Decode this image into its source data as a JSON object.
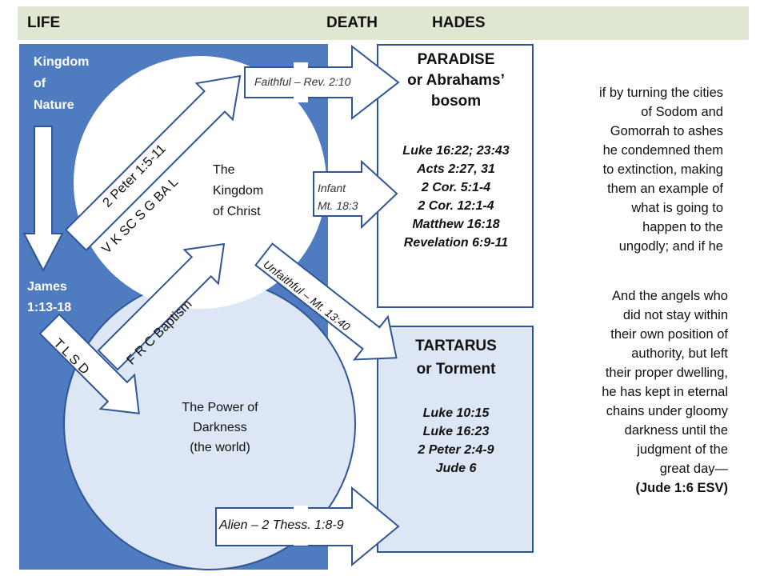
{
  "header": {
    "life": "LIFE",
    "death": "DEATH",
    "hades": "HADES"
  },
  "left_panel": {
    "kingdom_of_nature": [
      "Kingdom",
      "of",
      "Nature"
    ],
    "james": [
      "James",
      "1:13-18"
    ]
  },
  "circles": {
    "christ": [
      "The",
      "Kingdom",
      "of Christ"
    ],
    "darkness": [
      "The Power of",
      "Darkness",
      "(the world)"
    ]
  },
  "diagonal_labels": {
    "peter_ref": "2 Peter 1:5-11",
    "virtues": "V   K  SC  S   G   BA  L",
    "baptism": "F   R   C  Baptism",
    "tlsd": "T    L    S    D",
    "unfaithful": "Unfaithful – Mt. 13:40"
  },
  "arrow_labels": {
    "faithful": "Faithful – Rev. 2:10",
    "infant": [
      "Infant",
      "Mt. 18:3"
    ],
    "alien": "Alien – 2 Thess. 1:8-9"
  },
  "paradise": {
    "title": [
      "PARADISE",
      "or Abrahams’",
      "bosom"
    ],
    "refs": [
      "Luke 16:22; 23:43",
      "Acts 2:27, 31",
      "2 Cor. 5:1-4",
      "2 Cor. 12:1-4",
      "Matthew 16:18",
      "Revelation 6:9-11"
    ]
  },
  "tartarus": {
    "title": [
      "TARTARUS",
      "or Torment"
    ],
    "refs": [
      "Luke 10:15",
      "Luke 16:23",
      "2 Peter 2:4-9",
      "Jude 6"
    ]
  },
  "quotes": {
    "peter": [
      "if by turning the cities",
      "of Sodom and",
      "Gomorrah to ashes",
      "he condemned them",
      "to extinction, making",
      "them an example of",
      "what is going to",
      "happen to the",
      "ungodly; and if he"
    ],
    "jude": [
      "And the angels who",
      "did not stay within",
      "their own position of",
      "authority, but left",
      "their proper dwelling,",
      "he has kept in eternal",
      "chains under gloomy",
      "darkness until the",
      "judgment of the",
      "great day—"
    ],
    "jude_ref": "(Jude 1:6 ESV)"
  },
  "colors": {
    "panel_blue": "#4f7cc0",
    "light_blue": "#dde6f4",
    "border_blue": "#2f5597",
    "header_green": "#dfe7d2"
  }
}
